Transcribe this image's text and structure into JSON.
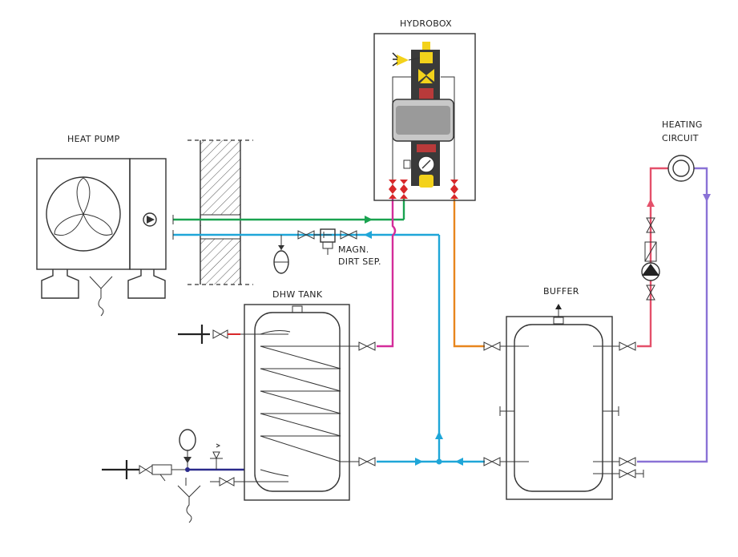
{
  "labels": {
    "hydrobox": "HYDROBOX",
    "heat_pump": "HEAT PUMP",
    "heating_circuit_line1": "HEATING",
    "heating_circuit_line2": "CIRCUIT",
    "magn_line1": "MAGN.",
    "magn_line2": "DIRT SEP.",
    "dhw_tank": "DHW TANK",
    "buffer": "BUFFER"
  },
  "colors": {
    "green": "#1aa350",
    "cyan": "#1fa6d8",
    "magenta": "#d42d9a",
    "orange": "#e8861d",
    "red": "#e4506a",
    "purple": "#8a72d6",
    "navy": "#2a2a8c",
    "yellow": "#f3d21b",
    "dark": "#333333"
  }
}
